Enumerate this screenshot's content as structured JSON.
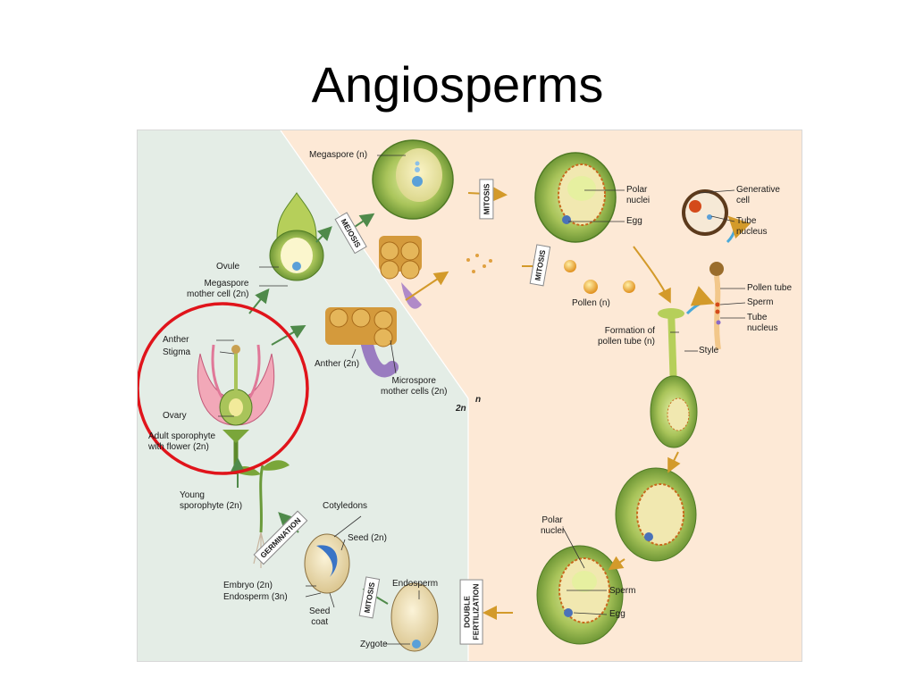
{
  "title": "Angiosperms",
  "labels": {
    "megaspore": "Megaspore (n)",
    "polar_nuclei_top": "Polar\nnuclei",
    "egg_top": "Egg",
    "generative_cell": "Generative\ncell",
    "tube_nucleus_top": "Tube\nnucleus",
    "ovule": "Ovule",
    "megaspore_mother": "Megaspore\nmother cell (2n)",
    "pollen": "Pollen (n)",
    "pollen_tube": "Pollen tube",
    "sperm_right": "Sperm",
    "tube_nucleus_right": "Tube\nnucleus",
    "formation_pollen_tube": "Formation of\npollen tube (n)",
    "style": "Style",
    "anther_flower": "Anther",
    "stigma": "Stigma",
    "anther_2n": "Anther (2n)",
    "microspore_mother": "Microspore\nmother cells (2n)",
    "ovary": "Ovary",
    "adult_sporophyte": "Adult sporophyte\nwith flower (2n)",
    "young_sporophyte": "Young\nsporophyte (2n)",
    "cotyledons": "Cotyledons",
    "seed": "Seed (2n)",
    "embryo": "Embryo (2n)",
    "endosperm_3n": "Endosperm (3n)",
    "seed_coat": "Seed\ncoat",
    "endosperm": "Endosperm",
    "zygote": "Zygote",
    "polar_nuclei_bottom": "Polar\nnuclei",
    "sperm_bottom": "Sperm",
    "egg_bottom": "Egg"
  },
  "stages": {
    "meiosis": "MEIOSIS",
    "mitosis_top": "MITOSIS",
    "mitosis_mid": "MITOSIS",
    "germination": "GERMINATION",
    "mitosis_bottom": "MITOSIS",
    "double_fertilization": "DOUBLE\nFERTILIZATION"
  },
  "ploidy": {
    "haploid": "n",
    "diploid": "2n"
  },
  "colors": {
    "diploid_bg": "#e4ede6",
    "haploid_bg": "#fde9d6",
    "highlight_circle": "#e0141b",
    "ovule_green": "#7aa63a",
    "anther_orange": "#d49a3c",
    "stalk_purple": "#9a7cc0"
  }
}
